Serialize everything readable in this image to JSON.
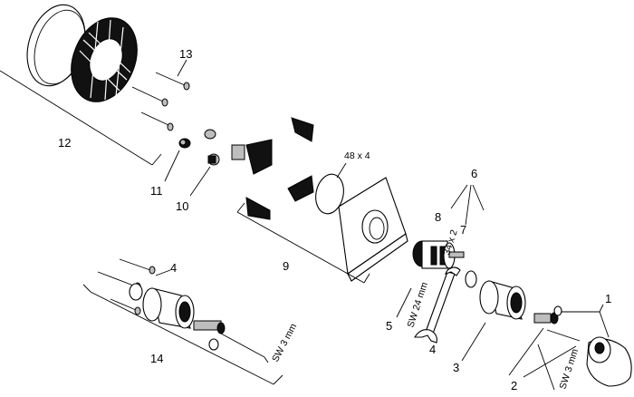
{
  "callouts": {
    "c1": "1",
    "c2": "2",
    "c3": "3",
    "c4a": "4",
    "c4b": "4",
    "c5": "5",
    "c6": "6",
    "c7": "7",
    "c8": "8",
    "c9": "9",
    "c10": "10",
    "c11": "11",
    "c12": "12",
    "c13": "13",
    "c14": "14"
  },
  "dimensions": {
    "oring_9": "48 x 4",
    "oring_7": "34 x 2",
    "wrench_5": "SW 24 mm",
    "hex_2": "SW 3 mm",
    "hex_14": "SW 3 mm"
  }
}
